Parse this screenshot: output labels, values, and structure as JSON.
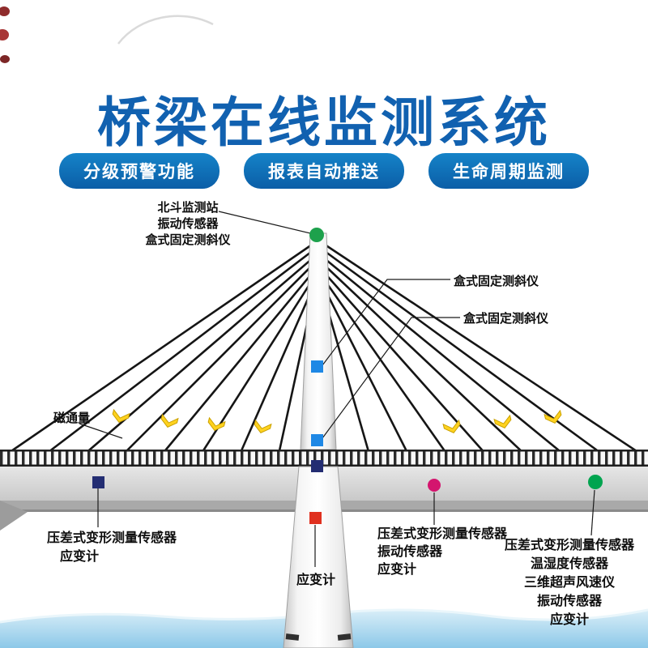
{
  "title": "桥梁在线监测系统",
  "badges": [
    {
      "label": "分级预警功能"
    },
    {
      "label": "报表自动推送"
    },
    {
      "label": "生命周期监测"
    }
  ],
  "labels": {
    "tower_top": [
      "北斗监测站",
      "振动传感器",
      "盒式固定测斜仪"
    ],
    "inclinometer_upper": "盒式固定测斜仪",
    "inclinometer_lower": "盒式固定测斜仪",
    "magnetic_flux": "磁通量",
    "deck_left": [
      "压差式变形测量传感器",
      "应变计"
    ],
    "pylon_bottom": "应变计",
    "deck_mid_right": [
      "压差式变形测量传感器",
      "振动传感器",
      "应变计"
    ],
    "deck_far_right": [
      "压差式变形测量传感器",
      "温湿度传感器",
      "三维超声风速仪",
      "振动传感器",
      "应变计"
    ]
  },
  "colors": {
    "title_blue": "#1161b0",
    "badge_blue": "#0f6cb4",
    "green_top": "#1da14c",
    "blue": "#1e88e5",
    "navy": "#232d72",
    "red": "#e0301f",
    "magenta": "#d4156e",
    "green_right": "#00a44f",
    "cable": "#151515",
    "arrow_yellow": "#ffd21f",
    "water": "#9fd2ec"
  }
}
